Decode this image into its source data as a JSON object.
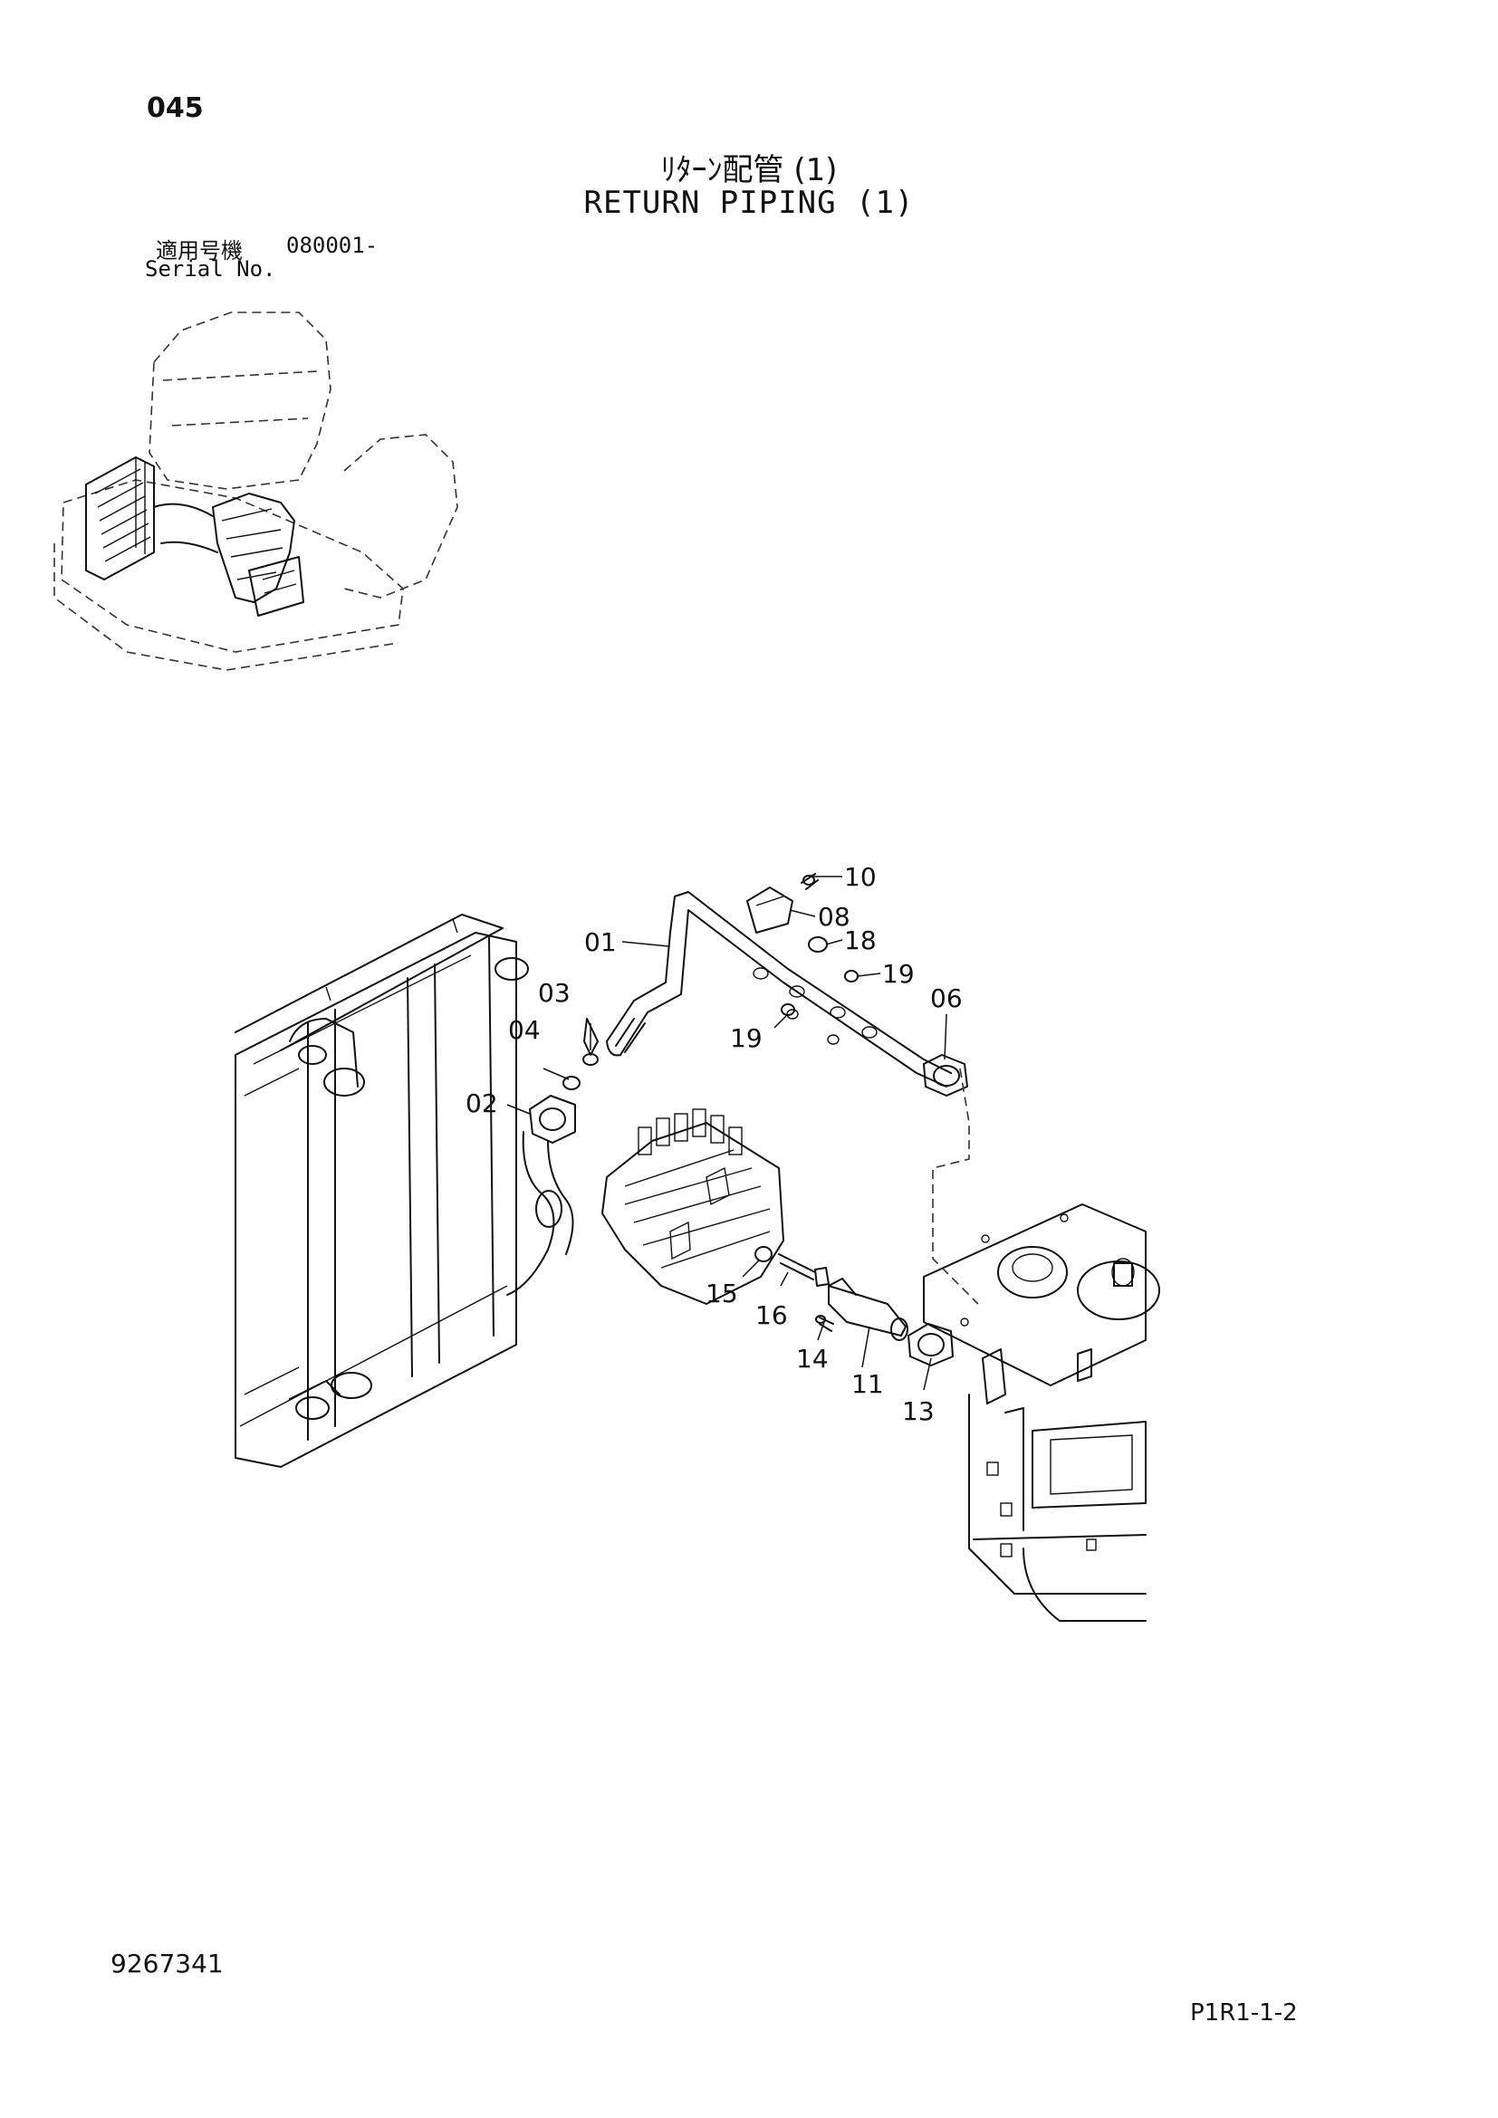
{
  "header": {
    "page_number": "045",
    "title_jp": "ﾘﾀｰﾝ配管 (1)",
    "title_en": "RETURN PIPING (1)",
    "serial_label_jp": "適用号機",
    "serial_value": "080001-",
    "serial_label_en": "Serial No."
  },
  "callouts": [
    {
      "id": "c10",
      "label": "10"
    },
    {
      "id": "c08",
      "label": "08"
    },
    {
      "id": "c01",
      "label": "01"
    },
    {
      "id": "c18",
      "label": "18"
    },
    {
      "id": "c19a",
      "label": "19"
    },
    {
      "id": "c06",
      "label": "06"
    },
    {
      "id": "c19b",
      "label": "19"
    },
    {
      "id": "c03",
      "label": "03"
    },
    {
      "id": "c04",
      "label": "04"
    },
    {
      "id": "c02",
      "label": "02"
    },
    {
      "id": "c15",
      "label": "15"
    },
    {
      "id": "c16",
      "label": "16"
    },
    {
      "id": "c14",
      "label": "14"
    },
    {
      "id": "c11",
      "label": "11"
    },
    {
      "id": "c13",
      "label": "13"
    }
  ],
  "footer": {
    "doc_number": "9267341",
    "page_code": "P1R1-1-2"
  }
}
